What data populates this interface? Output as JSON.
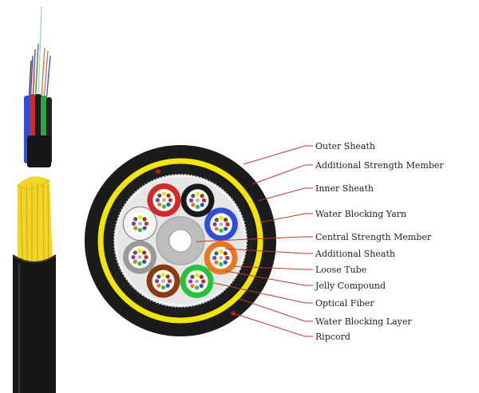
{
  "labels": [
    {
      "id": "outer-sheath",
      "text": "Outer Sheath"
    },
    {
      "id": "additional-strength-member",
      "text": "Additional Strength Member"
    },
    {
      "id": "inner-sheath",
      "text": "Inner Sheath"
    },
    {
      "id": "water-blocking-yarn",
      "text": "Water Blocking  Yarn"
    },
    {
      "id": "central-strength-member",
      "text": "Central Strength Member"
    },
    {
      "id": "additional-sheath",
      "text": "Additional Sheath"
    },
    {
      "id": "loose-tube",
      "text": "Loose Tube"
    },
    {
      "id": "jelly-compound",
      "text": "Jelly Compound"
    },
    {
      "id": "optical-fiber",
      "text": "Optical Fiber"
    },
    {
      "id": "water-blocking-layer",
      "text": "Water Blocking Layer"
    },
    {
      "id": "ripcord",
      "text": "Ripcord"
    }
  ],
  "colors": {
    "leader_line": "#c0392b",
    "outer_sheath": "#1b1b1b",
    "strength_member_ring": "#f2e600",
    "ripcord": "#c0161e",
    "inner_area": "#e6e6e6",
    "central_member": "#bdbdbd",
    "tube_colors": [
      "#d62828",
      "#1a1a1a",
      "#2d4fd6",
      "#e87722",
      "#27c23b",
      "#8a3b12",
      "#9a9a9a",
      "#f4f4f4"
    ],
    "fiber_colors": [
      "#d62828",
      "#2d4fd6",
      "#27c23b",
      "#e87722",
      "#7a3fb5",
      "#555555",
      "#f2e600",
      "#8a3b12"
    ]
  }
}
